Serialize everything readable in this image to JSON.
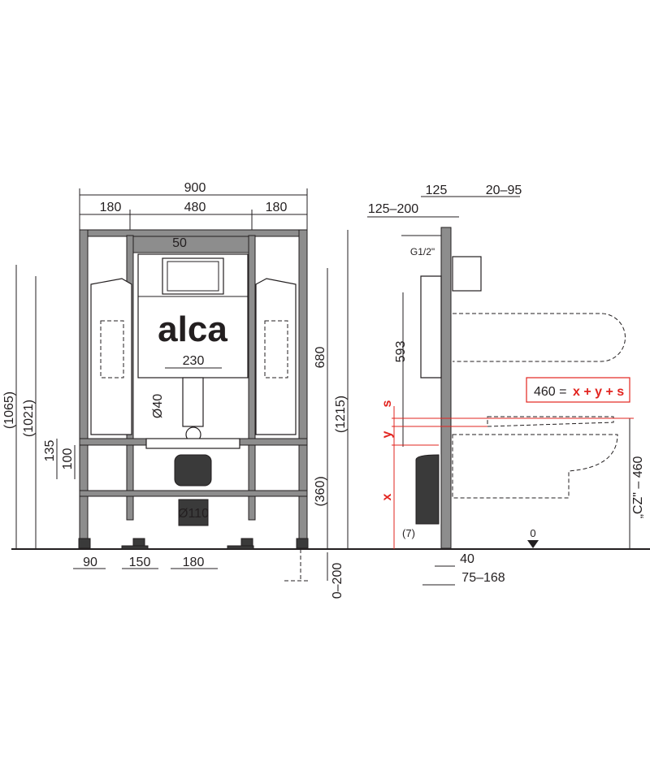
{
  "front_view": {
    "logo": "alca",
    "dims": {
      "total_width": "900",
      "side_left": "180",
      "center": "480",
      "side_right": "180",
      "flush_offset": "50",
      "outlet_spacing": "230",
      "pipe_diameter": "Ø40",
      "cistern_height": "680",
      "frame_height": "(1215)",
      "rail_height": "(360)",
      "inlet_height": "(1065)",
      "inlet_height2": "(1021)",
      "bolt_height_135": "135",
      "bolt_height_100": "100",
      "drain_diameter": "Ø110",
      "foot_90": "90",
      "foot_150": "150",
      "drain_180": "180",
      "leg_extension": "0–200"
    }
  },
  "side_view": {
    "dims": {
      "depth": "125",
      "panel_offset": "20–95",
      "inlet_offset": "125–200",
      "inlet_thread": "G1/2\"",
      "flush_height": "593",
      "offset_7": "(7)",
      "floor_zero": "0",
      "leg_40": "40",
      "drain_offset": "75–168",
      "cz_label": "„CZ\" – 460"
    },
    "formula": {
      "lhs": "460 =",
      "rhs": "x + y + s"
    },
    "variables": {
      "s": "s",
      "y": "y",
      "x": "x"
    }
  },
  "colors": {
    "accent_red": "#e2241f",
    "frame_gray": "#8d8d8d"
  }
}
